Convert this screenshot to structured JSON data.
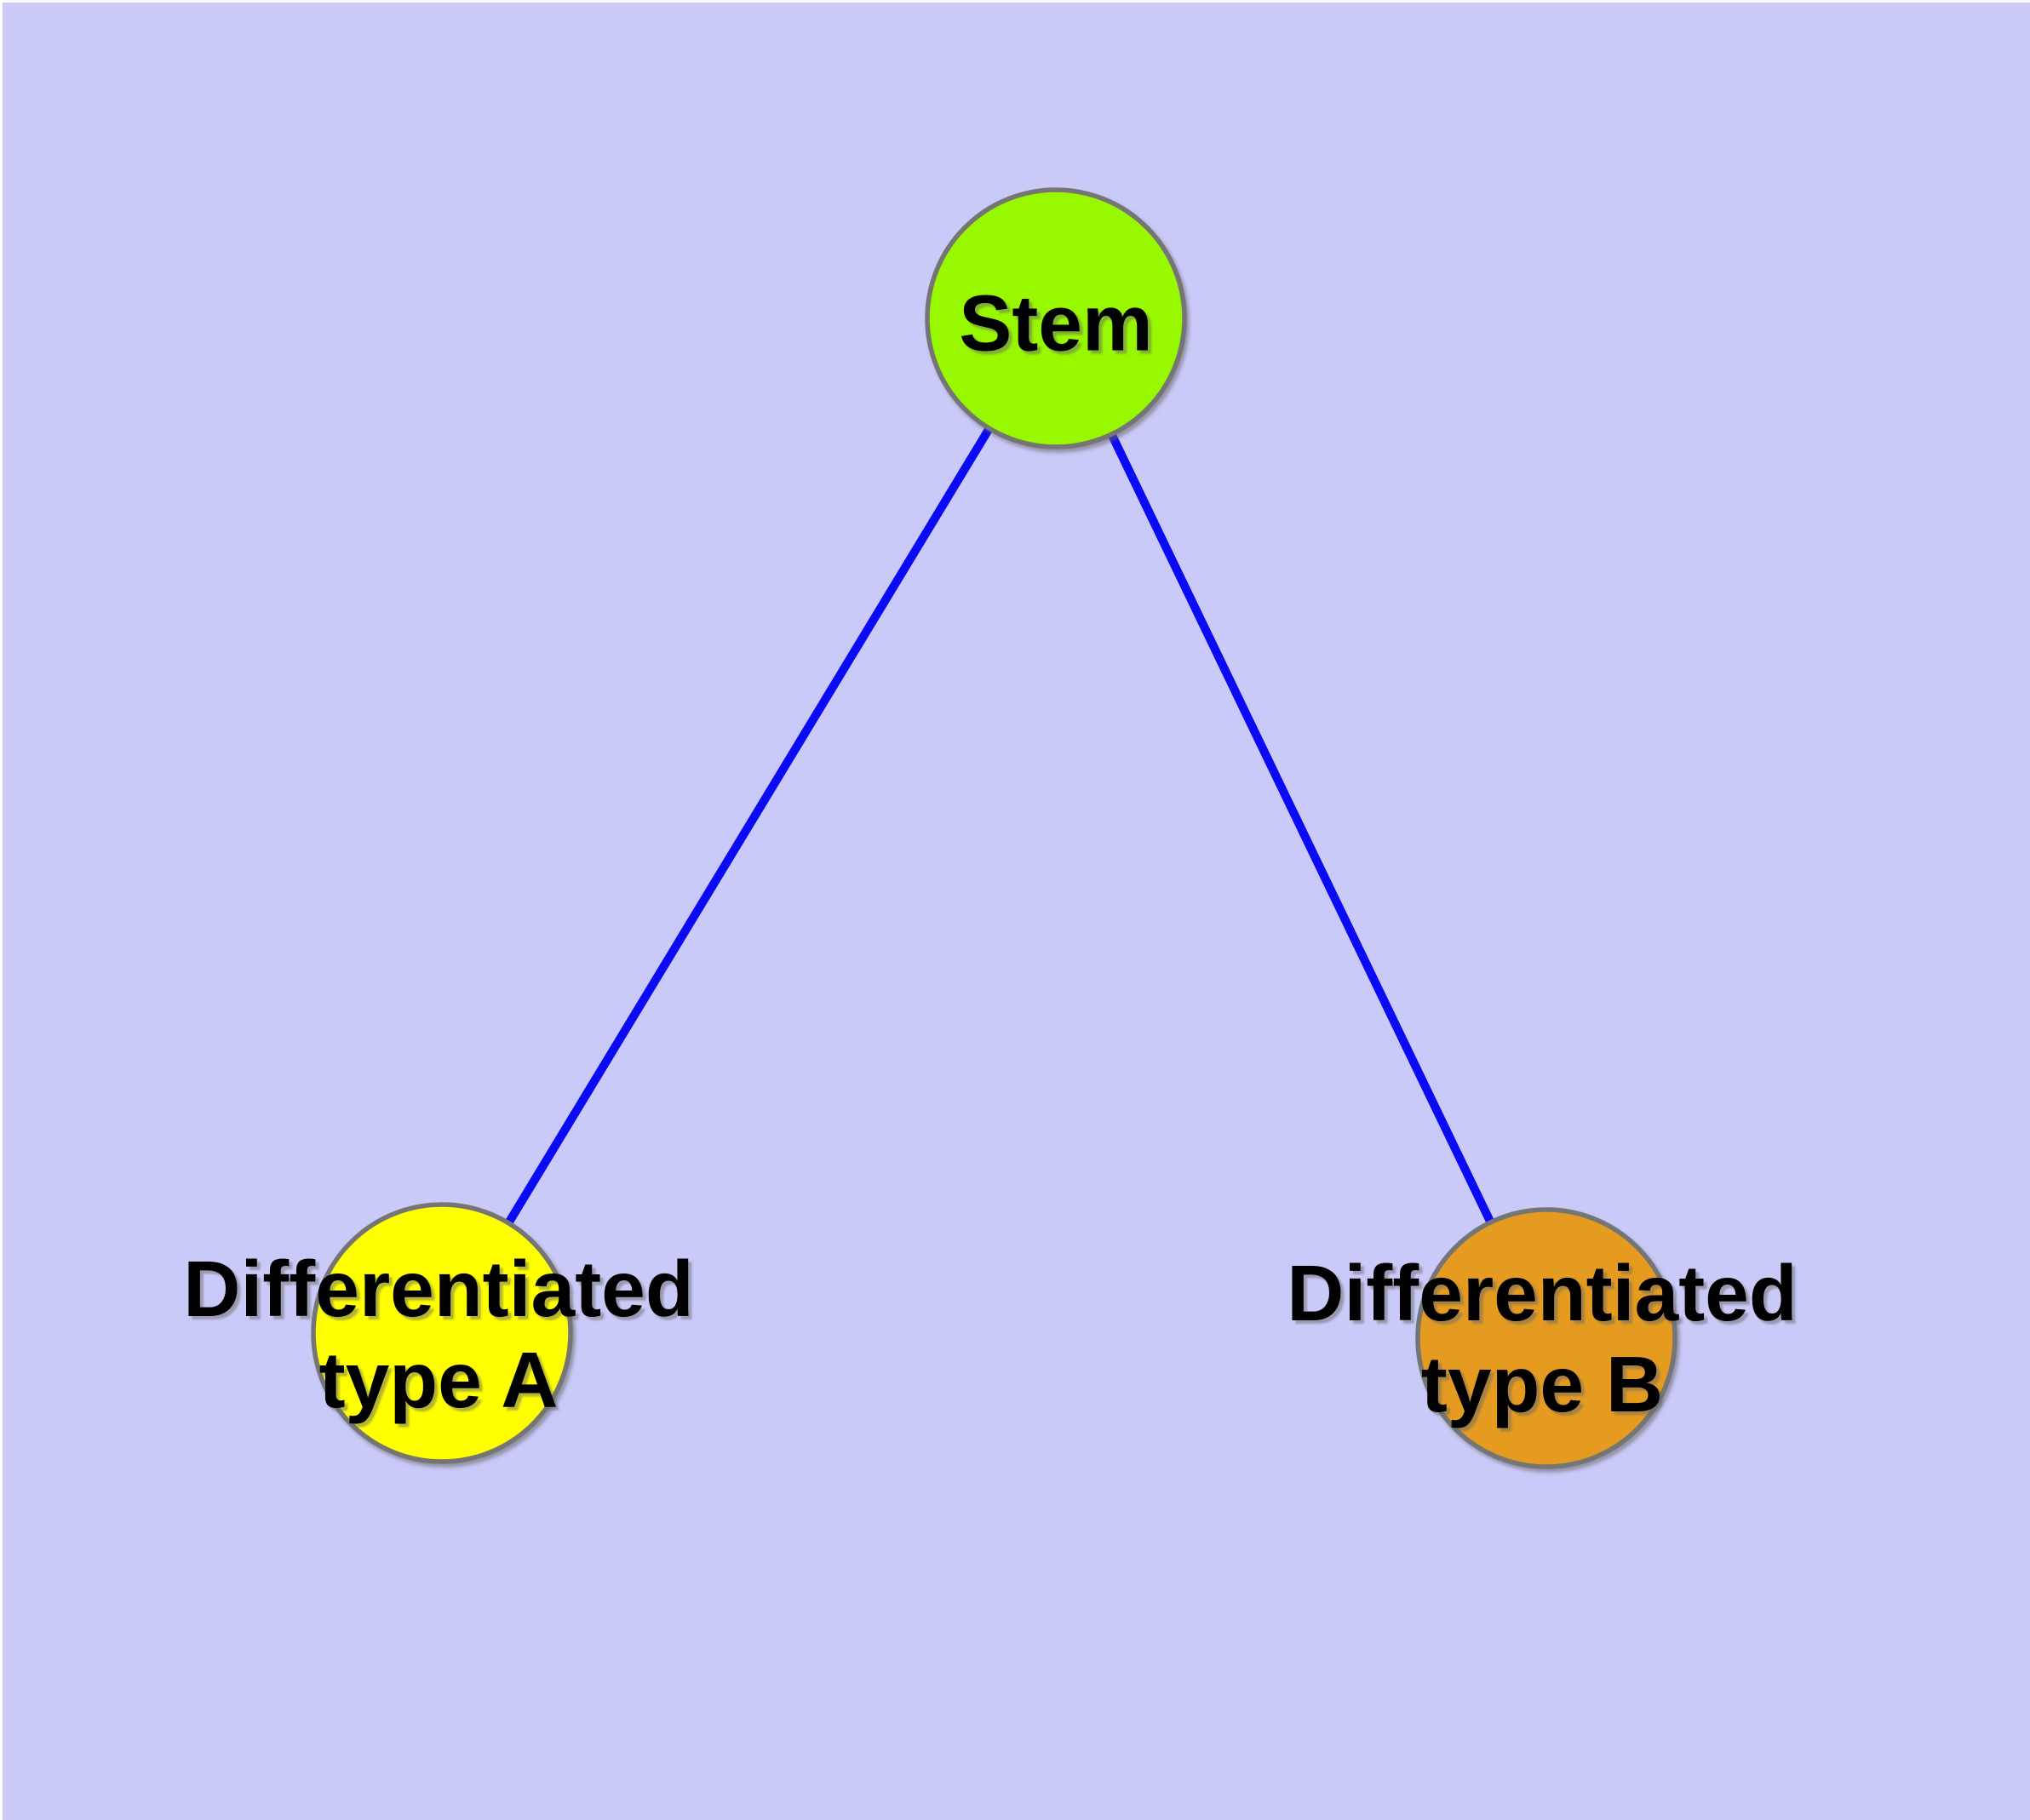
{
  "diagram": {
    "background_color": "#cacaf8",
    "margin_color": "#ffffff",
    "edge_color": "#0a0af5",
    "node_border_color": "#757575",
    "label_color": "#000000",
    "nodes": [
      {
        "id": "stem",
        "shape": "circle",
        "fill": "#97f800",
        "lines": [
          "Stem"
        ]
      },
      {
        "id": "differentiated-type-a",
        "shape": "circle",
        "fill": "#ffff00",
        "lines": [
          "Differentiated",
          "type A"
        ]
      },
      {
        "id": "differentiated-type-b",
        "shape": "circle",
        "fill": "#e49b20",
        "lines": [
          "Differentiated",
          "type B"
        ]
      }
    ],
    "edges": [
      {
        "from": "stem",
        "to": "differentiated-type-a"
      },
      {
        "from": "stem",
        "to": "differentiated-type-b"
      }
    ]
  }
}
